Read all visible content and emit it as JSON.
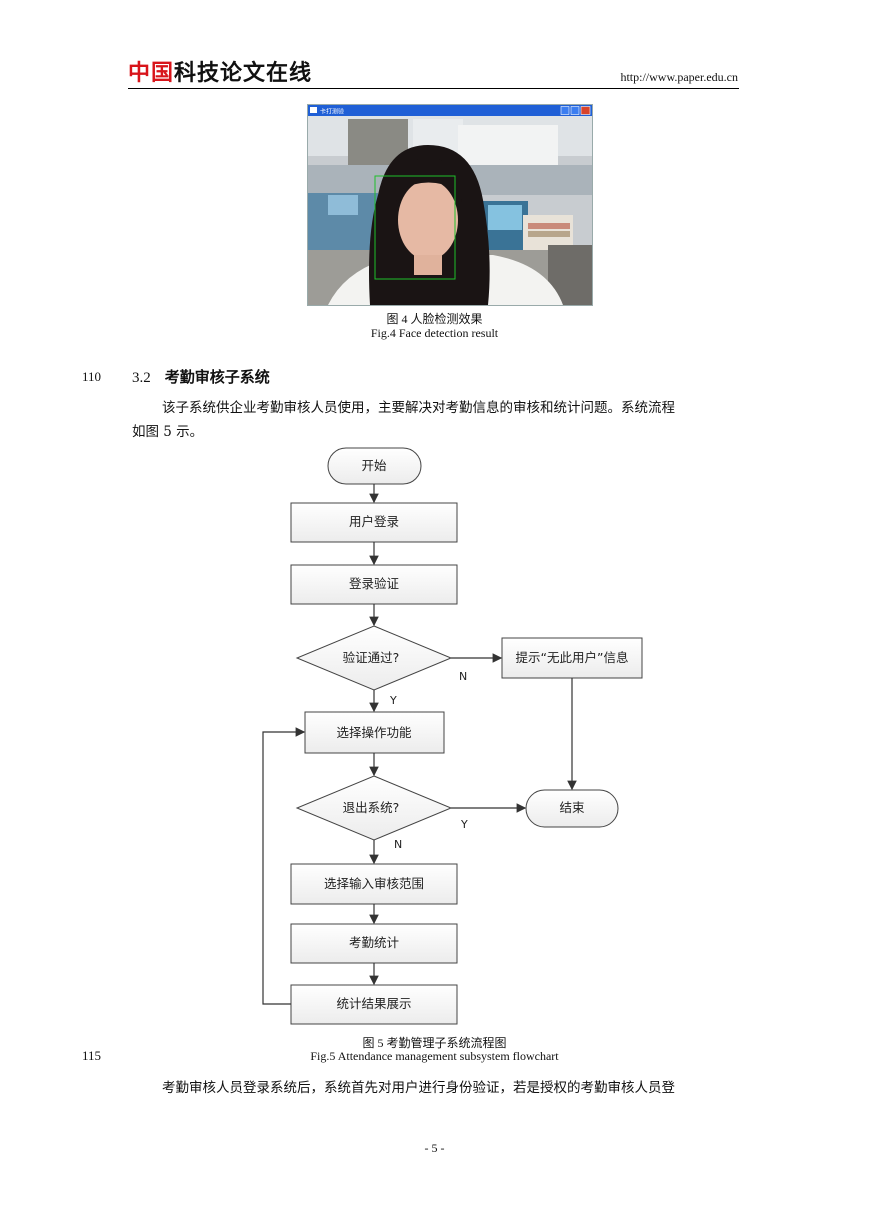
{
  "header": {
    "logo_part1": "中国",
    "logo_part2": "科技论文在线",
    "url": "http://www.paper.edu.cn"
  },
  "figure4": {
    "window_title": "卡打测验",
    "caption_cn": "图 4  人脸检测效果",
    "caption_en": "Fig.4 Face detection result"
  },
  "section": {
    "line_no": "110",
    "number": "3.2",
    "title": "考勤审核子系统",
    "para1_line1": "该子系统供企业考勤审核人员使用，主要解决对考勤信息的审核和统计问题。系统流程",
    "para1_line2": "如图 5 示。"
  },
  "flowchart": {
    "start": "开始",
    "login": "用户登录",
    "verify": "登录验证",
    "verify_pass": "验证通过?",
    "no_user_msg": "提示“无此用户”信息",
    "choose_function": "选择操作功能",
    "exit_system": "退出系统?",
    "end": "结束",
    "input_range": "选择输入审核范围",
    "statistics": "考勤统计",
    "show_result": "统计结果展示",
    "label_n1": "N",
    "label_y1": "Y",
    "label_y2": "Y",
    "label_n2": "N"
  },
  "figure5": {
    "caption_cn": "图 5  考勤管理子系统流程图",
    "caption_en": "Fig.5 Attendance management subsystem flowchart",
    "line_no": "115"
  },
  "body": {
    "para2": "考勤审核人员登录系统后，系统首先对用户进行身份验证，若是授权的考勤审核人员登"
  },
  "footer": {
    "page": "- 5 -"
  }
}
